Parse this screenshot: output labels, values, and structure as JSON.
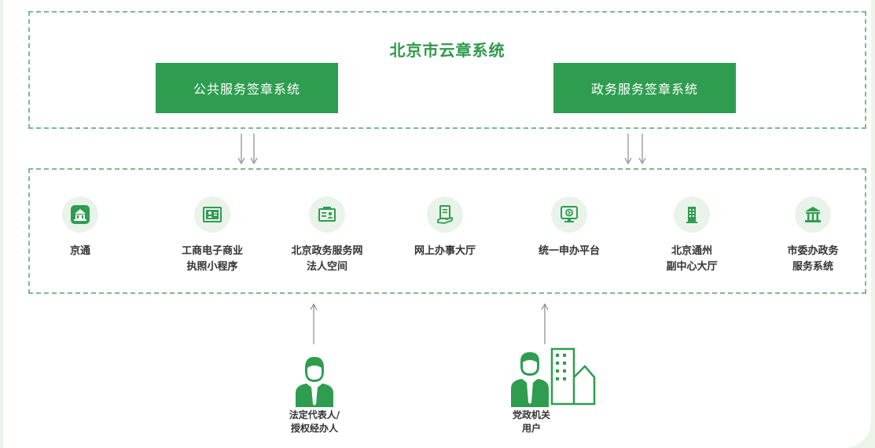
{
  "system_title": "北京市云章系统",
  "subsystems": [
    {
      "label": "公共服务签章系统"
    },
    {
      "label": "政务服务签章系统"
    }
  ],
  "services": [
    {
      "label": "京通",
      "icon": "building-icon"
    },
    {
      "label": "工商电子商业\n执照小程序",
      "icon": "license-card-icon"
    },
    {
      "label": "北京政务服务网\n法人空间",
      "icon": "id-card-icon"
    },
    {
      "label": "网上办事大厅",
      "icon": "document-hand-icon"
    },
    {
      "label": "统一申办平台",
      "icon": "monitor-icon"
    },
    {
      "label": "北京通州\n副中心大厅",
      "icon": "tower-icon"
    },
    {
      "label": "市委办政务\n服务系统",
      "icon": "government-building-icon"
    }
  ],
  "users": [
    {
      "label": "法定代表人/\n授权经办人",
      "icon": "person-icon"
    },
    {
      "label": "党政机关\n用户",
      "icon": "person-building-icon"
    }
  ],
  "colors": {
    "accent": "#2f9d50",
    "dash": "#7fb990",
    "icon_bg": "#e9f3ea"
  }
}
